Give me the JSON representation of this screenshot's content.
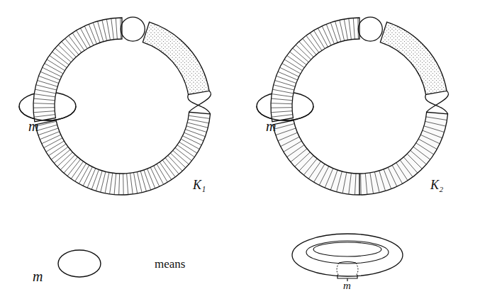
{
  "diagram": {
    "labels": [
      "m",
      "K₁",
      "m",
      "K₂",
      "m",
      "means",
      "m"
    ]
  }
}
